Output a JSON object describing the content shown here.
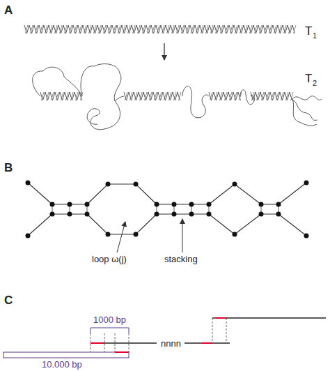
{
  "diagram": {
    "labels": [
      "A",
      "T",
      "1",
      "T",
      "2",
      "B",
      "loop ω(j)",
      "stacking",
      "C",
      "1000 bp",
      "nnnn",
      "10.000 bp"
    ]
  }
}
